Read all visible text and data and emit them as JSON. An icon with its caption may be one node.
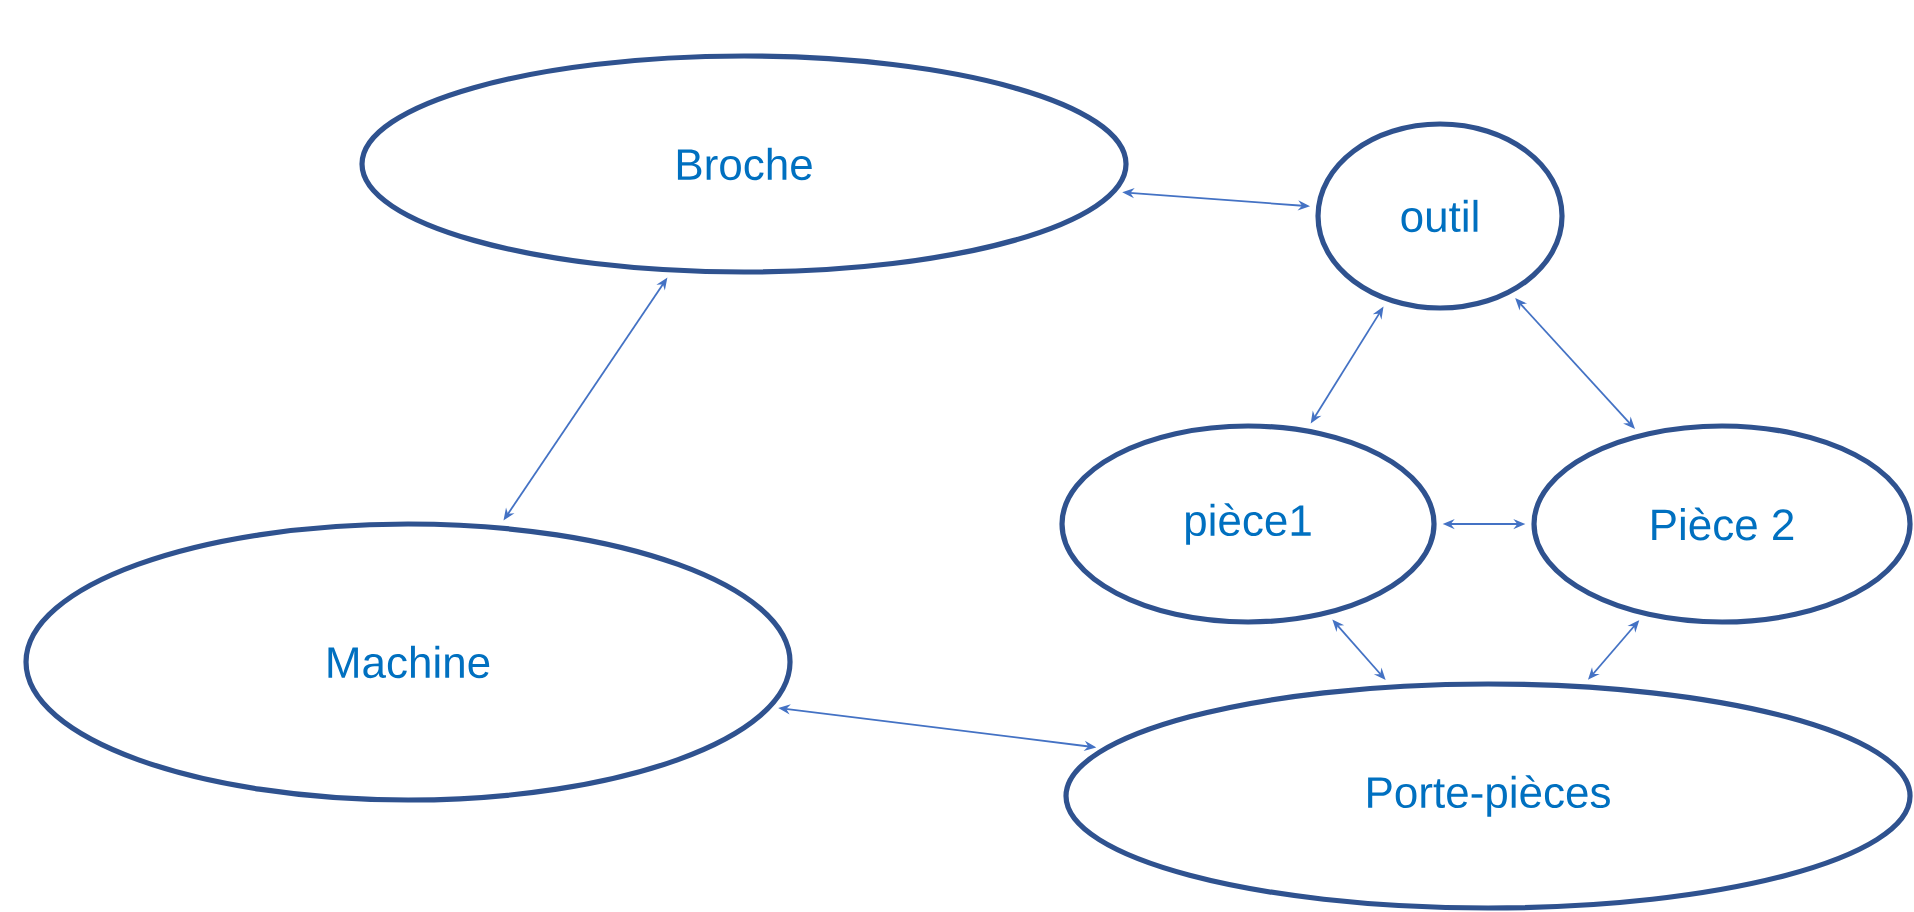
{
  "diagram": {
    "nodes": [
      {
        "text": [
          "Broche"
        ]
      },
      {
        "text": [
          "outil"
        ]
      },
      {
        "text": [
          "pièce1"
        ]
      },
      {
        "text": [
          "Pièce 2"
        ]
      },
      {
        "text": [
          "Machine"
        ]
      },
      {
        "text": [
          "Porte-pièces"
        ]
      }
    ],
    "edges": [
      {
        "from": 0,
        "to": 1,
        "arrow": "both"
      },
      {
        "from": 1,
        "to": 2,
        "arrow": "both"
      },
      {
        "from": 1,
        "to": 3,
        "arrow": "both"
      },
      {
        "from": 2,
        "to": 3,
        "arrow": "both"
      },
      {
        "from": 0,
        "to": 4,
        "arrow": "both"
      },
      {
        "from": 4,
        "to": 5,
        "arrow": "both"
      },
      {
        "from": 2,
        "to": 5,
        "arrow": "both"
      },
      {
        "from": 3,
        "to": 5,
        "arrow": "both"
      }
    ]
  }
}
